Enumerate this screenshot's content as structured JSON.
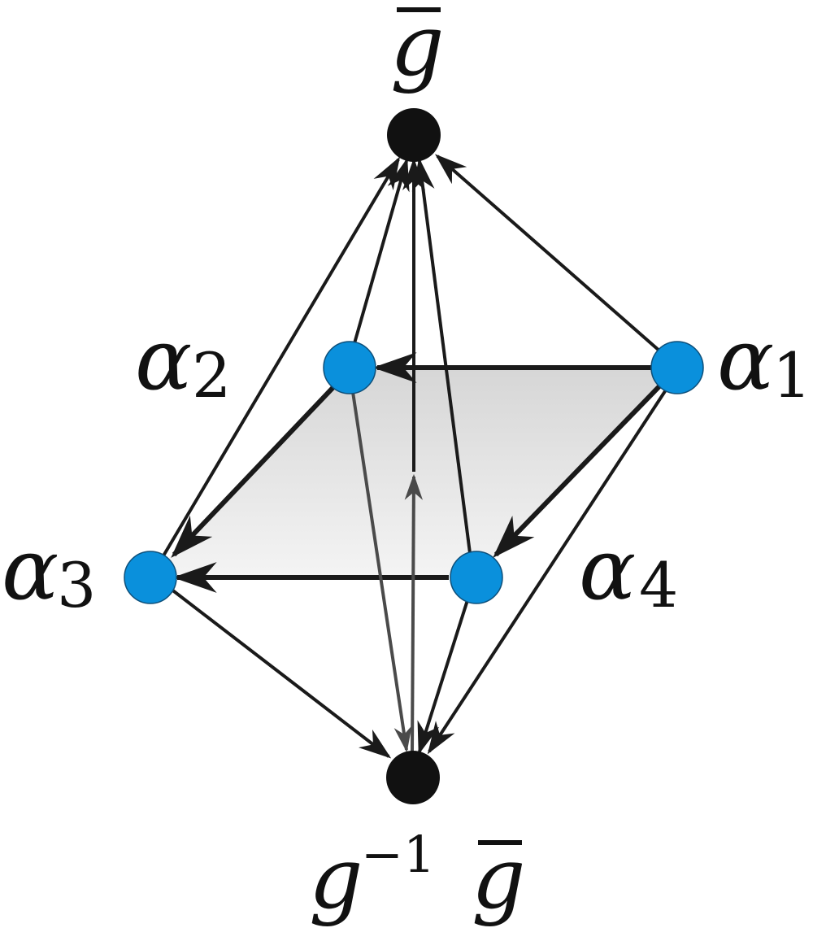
{
  "nodes": {
    "top": {
      "base": "g",
      "bar": true,
      "color": "#111111"
    },
    "bottom": {
      "base": "g",
      "sup": "−1",
      "base2": "g",
      "bar2": true,
      "color": "#111111"
    },
    "alpha1": {
      "symbol": "α",
      "sub": "1",
      "color": "#0a90dc"
    },
    "alpha2": {
      "symbol": "α",
      "sub": "2",
      "color": "#0a90dc"
    },
    "alpha3": {
      "symbol": "α",
      "sub": "3",
      "color": "#0a90dc"
    },
    "alpha4": {
      "symbol": "α",
      "sub": "4",
      "color": "#0a90dc"
    }
  },
  "edges": [
    {
      "from": "alpha1",
      "to": "alpha2"
    },
    {
      "from": "alpha1",
      "to": "alpha4"
    },
    {
      "from": "alpha2",
      "to": "alpha3"
    },
    {
      "from": "alpha4",
      "to": "alpha3"
    },
    {
      "from": "alpha1",
      "to": "top"
    },
    {
      "from": "alpha2",
      "to": "top"
    },
    {
      "from": "alpha3",
      "to": "top"
    },
    {
      "from": "alpha4",
      "to": "top"
    },
    {
      "from": "bottom",
      "to": "top"
    },
    {
      "from": "alpha1",
      "to": "bottom"
    },
    {
      "from": "alpha2",
      "to": "bottom"
    },
    {
      "from": "alpha3",
      "to": "bottom"
    },
    {
      "from": "alpha4",
      "to": "bottom"
    }
  ],
  "plane_fill": {
    "light": "#f4f4f4",
    "dark": "#d6d6d6"
  }
}
